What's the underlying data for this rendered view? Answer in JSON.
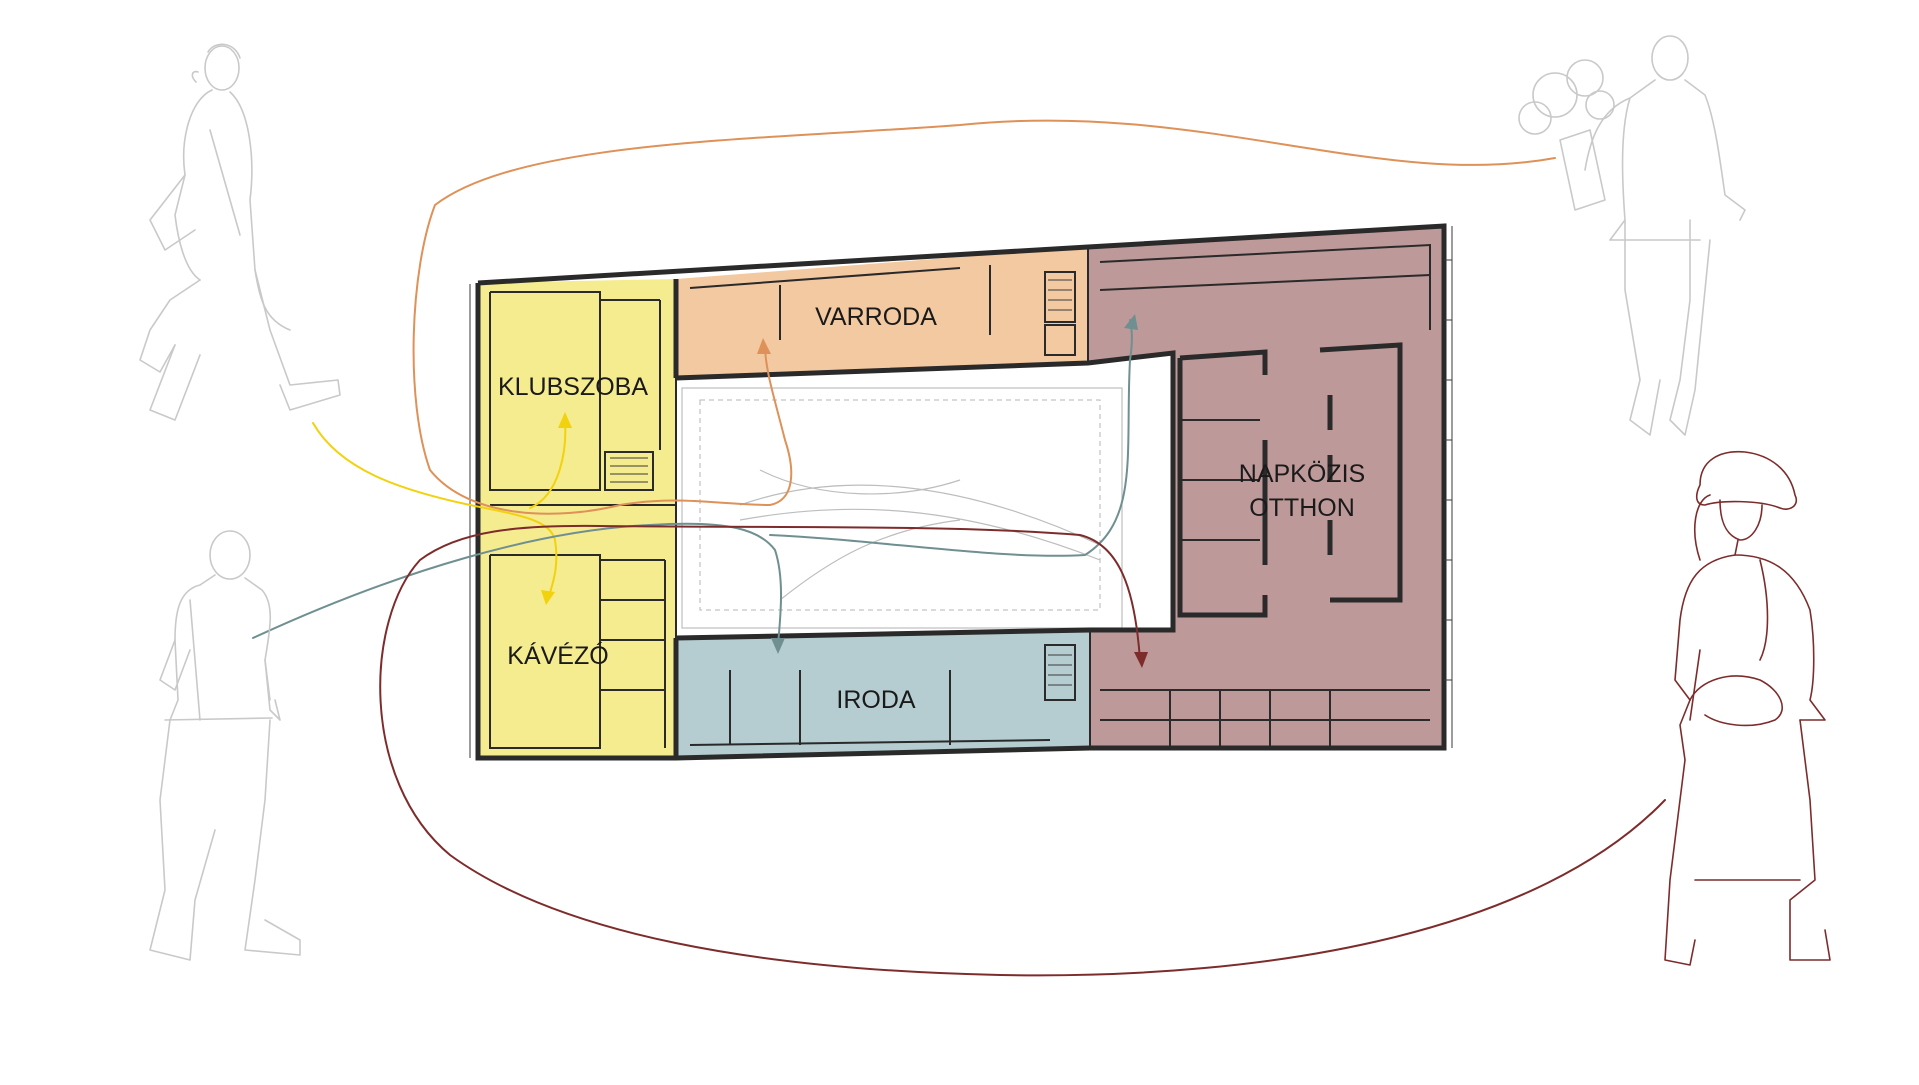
{
  "colors": {
    "klub_kavezo": "#f5eb8f",
    "varroda": "#f3c9a1",
    "napkozis": "#bd9a99",
    "iroda": "#b5cdd0",
    "flow_yellow": "#f1d20c",
    "flow_orange": "#de9158",
    "flow_teal": "#6f8f91",
    "flow_maroon": "#7d2c2c",
    "person_gray": "#c9c9c9",
    "person_maroon": "#7d2c2c"
  },
  "rooms": {
    "klubszoba": "KLUBSZOBA",
    "kavezo": "KÁVÉZÓ",
    "varroda": "VARRODA",
    "iroda": "IRODA",
    "napkozis_line1": "NAPKÖZIS",
    "napkozis_line2": "OTTHON"
  }
}
